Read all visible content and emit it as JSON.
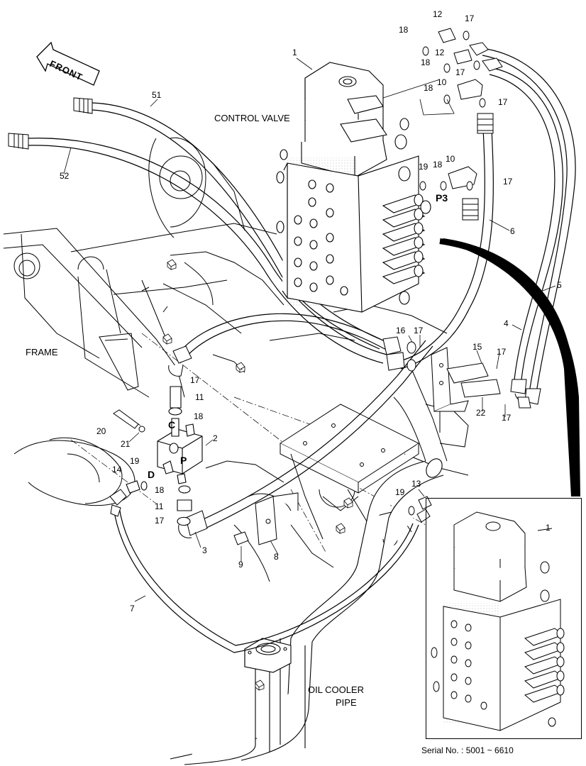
{
  "title_labels": {
    "control_valve": "CONTROL VALVE",
    "frame": "FRAME",
    "oil_cooler_pipe_1": "OIL COOLER",
    "oil_cooler_pipe_2": "PIPE",
    "front": "FRONT",
    "serial": "Serial No. : 5001 ~ 6610"
  },
  "port_labels": {
    "c": "C",
    "d": "D",
    "p": "P",
    "p3": "P3"
  },
  "callouts": [
    {
      "id": "c1",
      "text": "1"
    },
    {
      "id": "c2",
      "text": "2"
    },
    {
      "id": "c3",
      "text": "3"
    },
    {
      "id": "c4",
      "text": "4"
    },
    {
      "id": "c5",
      "text": "5"
    },
    {
      "id": "c6",
      "text": "6"
    },
    {
      "id": "c7",
      "text": "7"
    },
    {
      "id": "c8",
      "text": "8"
    },
    {
      "id": "c9",
      "text": "9"
    },
    {
      "id": "c10a",
      "text": "10"
    },
    {
      "id": "c10b",
      "text": "10"
    },
    {
      "id": "c11a",
      "text": "11"
    },
    {
      "id": "c11b",
      "text": "11"
    },
    {
      "id": "c12a",
      "text": "12"
    },
    {
      "id": "c12b",
      "text": "12"
    },
    {
      "id": "c13",
      "text": "13"
    },
    {
      "id": "c14",
      "text": "14"
    },
    {
      "id": "c15",
      "text": "15"
    },
    {
      "id": "c16",
      "text": "16"
    },
    {
      "id": "c17a",
      "text": "17"
    },
    {
      "id": "c17b",
      "text": "17"
    },
    {
      "id": "c17c",
      "text": "17"
    },
    {
      "id": "c17d",
      "text": "17"
    },
    {
      "id": "c17e",
      "text": "17"
    },
    {
      "id": "c17f",
      "text": "17"
    },
    {
      "id": "c17g",
      "text": "17"
    },
    {
      "id": "c17h",
      "text": "17"
    },
    {
      "id": "c17i",
      "text": "17"
    },
    {
      "id": "c18a",
      "text": "18"
    },
    {
      "id": "c18b",
      "text": "18"
    },
    {
      "id": "c18c",
      "text": "18"
    },
    {
      "id": "c18d",
      "text": "18"
    },
    {
      "id": "c18e",
      "text": "18"
    },
    {
      "id": "c18f",
      "text": "18"
    },
    {
      "id": "c19a",
      "text": "19"
    },
    {
      "id": "c19b",
      "text": "19"
    },
    {
      "id": "c19c",
      "text": "19"
    },
    {
      "id": "c20",
      "text": "20"
    },
    {
      "id": "c21",
      "text": "21"
    },
    {
      "id": "c22",
      "text": "22"
    },
    {
      "id": "c51",
      "text": "51"
    },
    {
      "id": "c52",
      "text": "52"
    },
    {
      "id": "c1inset",
      "text": "1"
    }
  ]
}
